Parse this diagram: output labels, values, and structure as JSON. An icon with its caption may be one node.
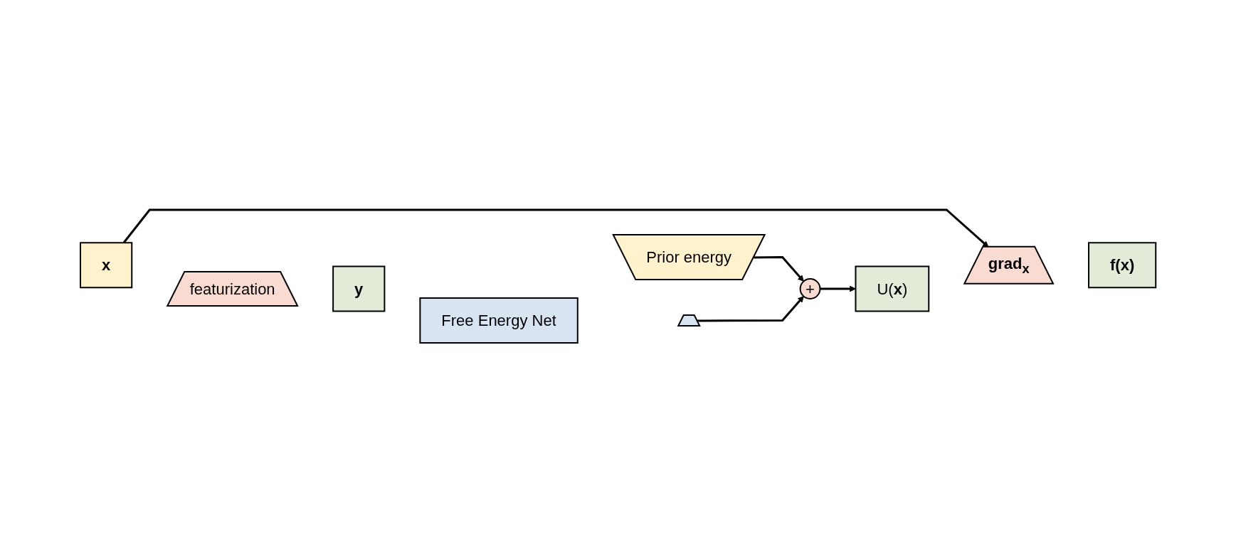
{
  "diagram": {
    "nodes": [
      {
        "text": [
          "x"
        ]
      },
      {
        "text": [
          "featurization"
        ]
      },
      {
        "text": [
          "y"
        ]
      },
      {
        "text": [
          "Prior energy"
        ]
      },
      {
        "text": [
          "Free Energy Net"
        ]
      },
      {
        "text": [],
        "shape": "trapezoid"
      },
      {
        "text": [
          "+"
        ]
      },
      {
        "text": [
          "U(**x**)"
        ]
      },
      {
        "text": [
          "grad$_{x}$"
        ]
      },
      {
        "text": [
          "f(x)"
        ]
      }
    ],
    "edges": [
      {
        "from": 3,
        "to": 6,
        "arrow": "to"
      },
      {
        "from": 5,
        "to": 6,
        "arrow": "to"
      },
      {
        "from": 6,
        "to": 7,
        "arrow": "to"
      },
      {
        "from": 0,
        "to": 8,
        "arrow": "to"
      }
    ]
  }
}
